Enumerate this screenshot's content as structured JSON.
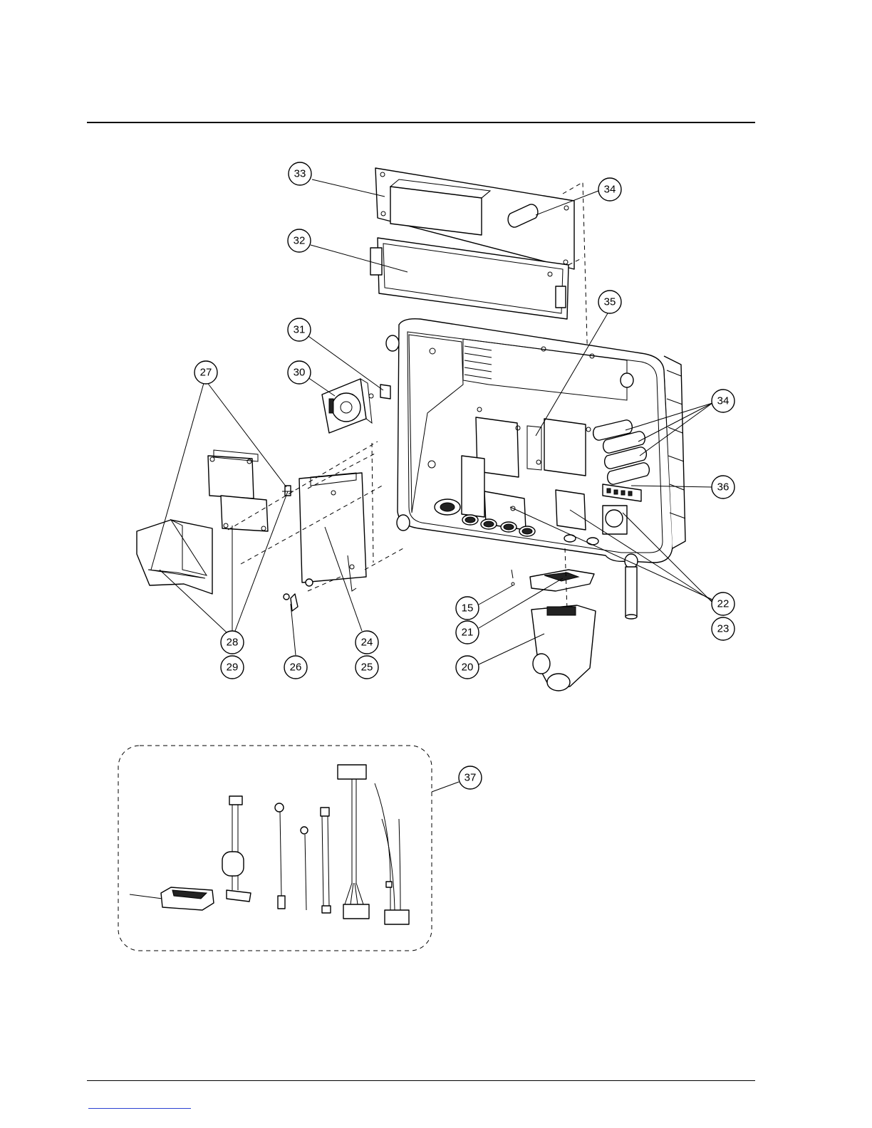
{
  "callouts": {
    "c33": "33",
    "c34a": "34",
    "c32": "32",
    "c35": "35",
    "c31": "31",
    "c30": "30",
    "c27": "27",
    "c34b": "34",
    "c36": "36",
    "c22": "22",
    "c23": "23",
    "c15": "15",
    "c21": "21",
    "c20": "20",
    "c28": "28",
    "c29": "29",
    "c26": "26",
    "c24": "24",
    "c25": "25",
    "c37": "37"
  },
  "colors": {
    "line": "#000000",
    "link": "#2a3fd1",
    "background": "#ffffff"
  }
}
